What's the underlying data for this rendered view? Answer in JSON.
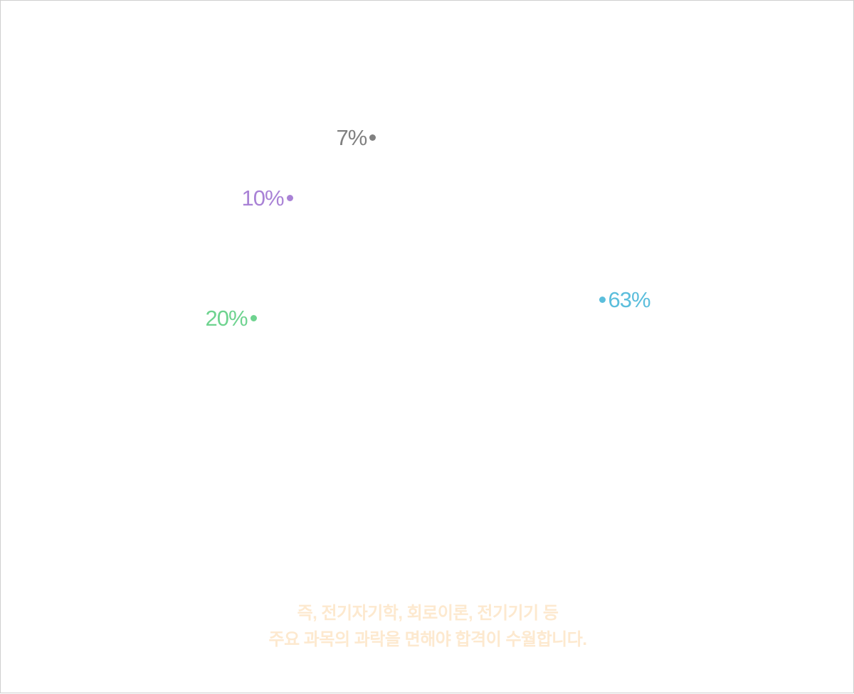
{
  "chart_data": {
    "type": "pie",
    "title": "",
    "slices": [
      {
        "label": "63%",
        "value": 63,
        "color": "#5bbedc"
      },
      {
        "label": "20%",
        "value": 20,
        "color": "#6ed38f"
      },
      {
        "label": "10%",
        "value": 10,
        "color": "#a982d6"
      },
      {
        "label": "7%",
        "value": 7,
        "color": "#808080"
      }
    ],
    "slice_fill_rendered": false,
    "legend": "none"
  },
  "caption": {
    "line1": "즉, 전기자기학, 회로이론, 전기기기 등",
    "line2": "주요 과목의 과락을 면해야 합격이 수월합니다.",
    "color": "#fde9cf"
  }
}
